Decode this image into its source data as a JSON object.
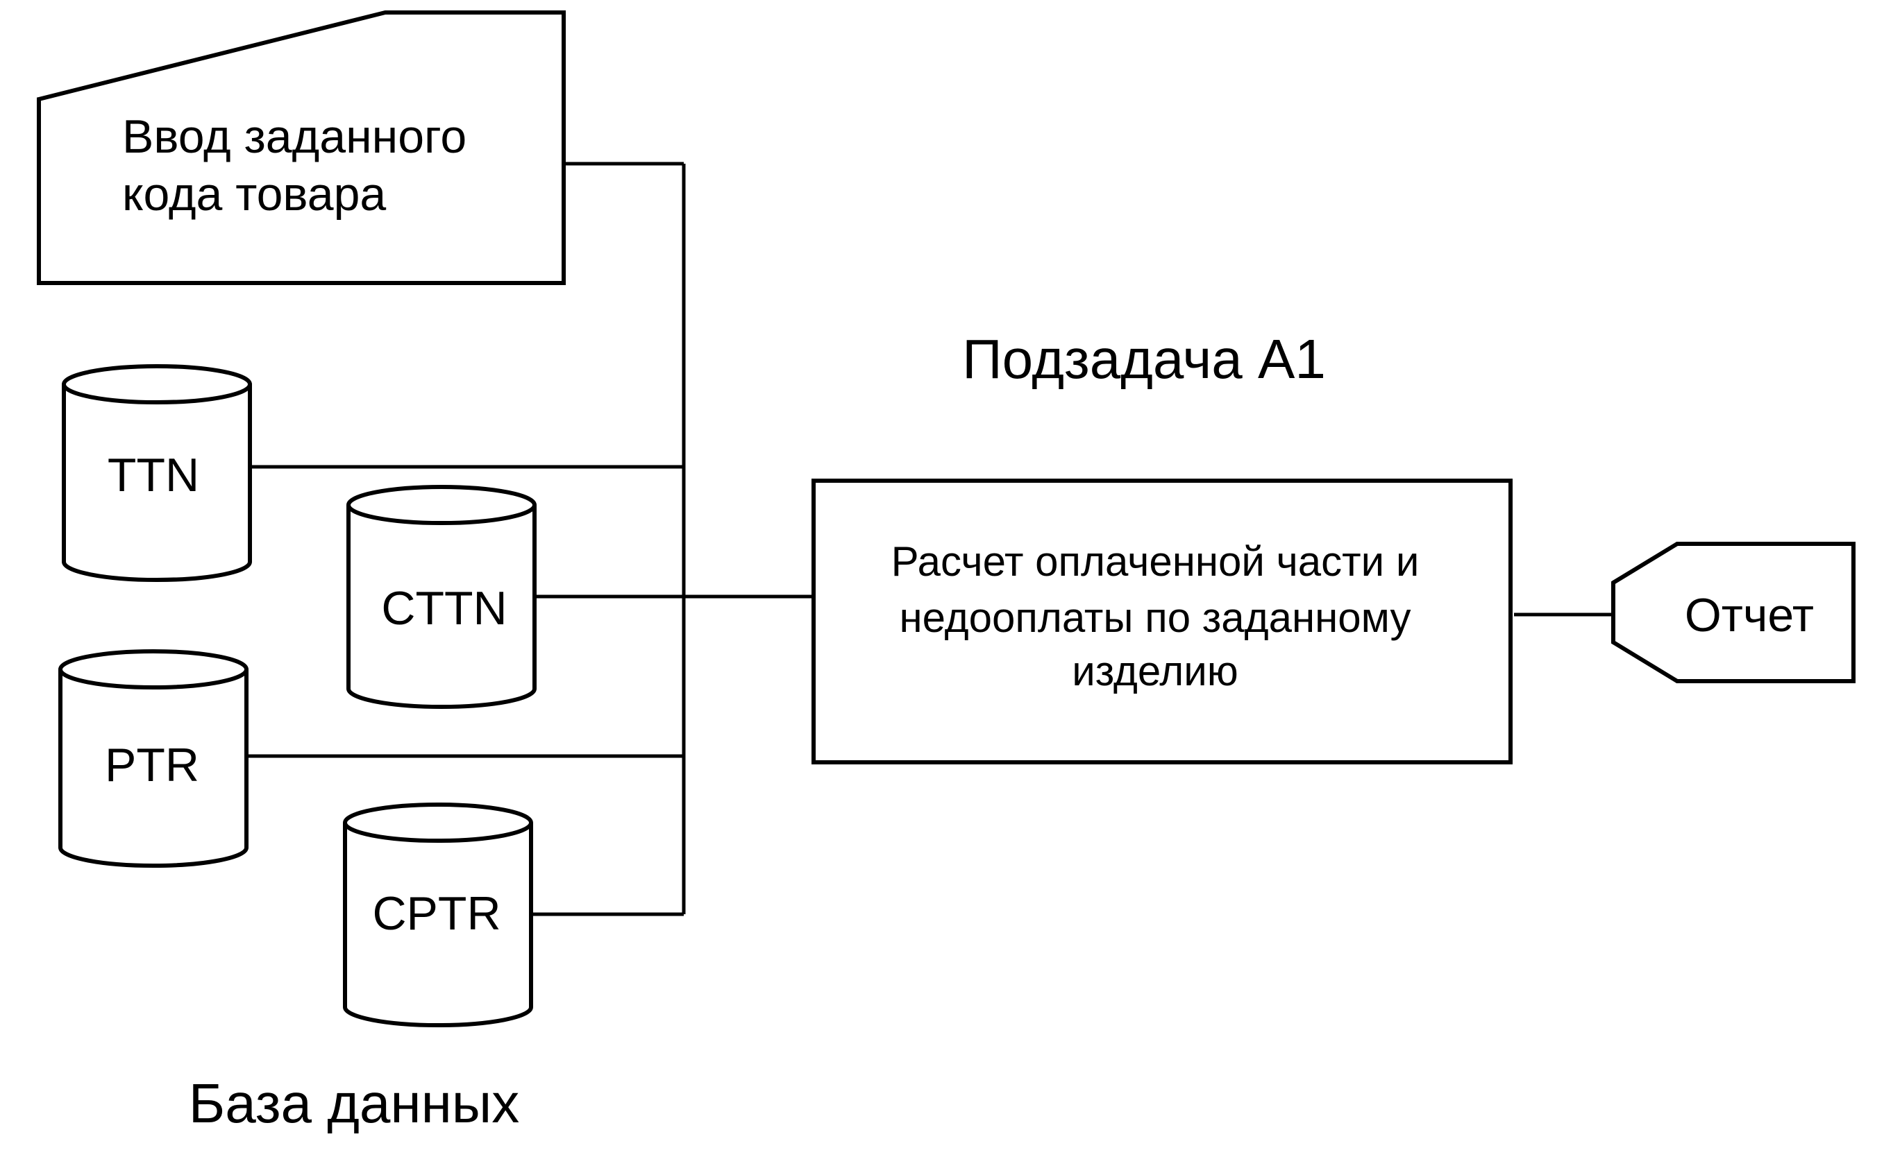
{
  "input": {
    "line1": "Ввод заданного",
    "line2": "кода  товара"
  },
  "databases": {
    "ttn": "TTN",
    "cttn": "CTTN",
    "ptr": "PTR",
    "cptr": "CPTR",
    "caption": "База данных"
  },
  "subtask_title": "Подзадача А1",
  "process": {
    "line1": "Расчет  оплаченной части и",
    "line2": "недооплаты по заданному",
    "line3": "изделию"
  },
  "report": {
    "label": "Отчет"
  }
}
